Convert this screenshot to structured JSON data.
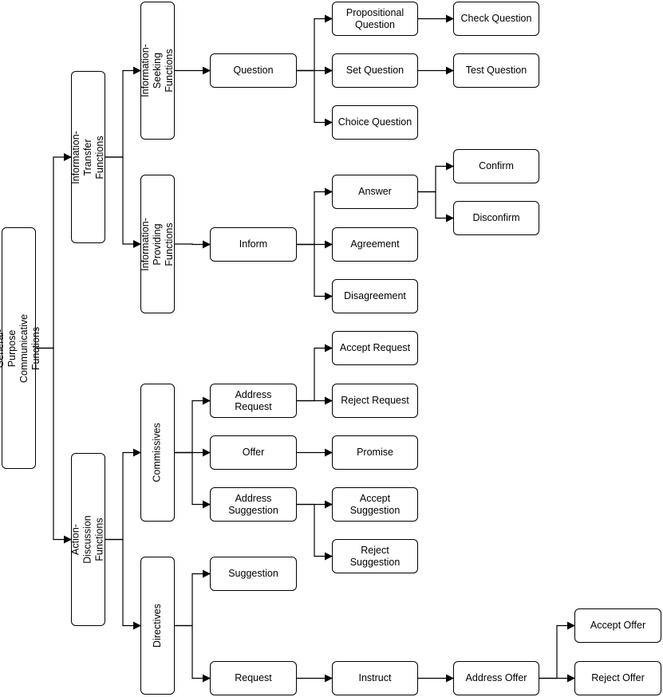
{
  "nodes": {
    "general_purpose": "General-Purpose Communicative Functions",
    "information_transfer": "Information-Transfer Functions",
    "action_discussion": "Action-Discussion Functions",
    "information_seeking": "Information-Seeking\nFunctions",
    "information_providing": "Information-Providing\nFunctions",
    "commissives": "Commissives",
    "directives": "Directives",
    "question": "Question",
    "inform": "Inform",
    "address_request": "Address\nRequest",
    "offer": "Offer",
    "address_suggestion": "Address\nSuggestion",
    "suggestion": "Suggestion",
    "request": "Request",
    "propositional_question": "Propositional\nQuestion",
    "set_question": "Set Question",
    "choice_question": "Choice Question",
    "answer": "Answer",
    "agreement": "Agreement",
    "disagreement": "Disagreement",
    "accept_request": "Accept Request",
    "reject_request": "Reject Request",
    "promise": "Promise",
    "accept_suggestion": "Accept\nSuggestion",
    "reject_suggestion": "Reject\nSuggestion",
    "instruct": "Instruct",
    "check_question": "Check Question",
    "test_question": "Test Question",
    "confirm": "Confirm",
    "disconfirm": "Disconfirm",
    "address_offer": "Address Offer",
    "accept_offer": "Accept Offer",
    "reject_offer": "Reject Offer"
  },
  "edges": [
    [
      "general_purpose",
      "information_transfer"
    ],
    [
      "general_purpose",
      "action_discussion"
    ],
    [
      "information_transfer",
      "information_seeking"
    ],
    [
      "information_transfer",
      "information_providing"
    ],
    [
      "action_discussion",
      "commissives"
    ],
    [
      "action_discussion",
      "directives"
    ],
    [
      "information_seeking",
      "question"
    ],
    [
      "information_providing",
      "inform"
    ],
    [
      "commissives",
      "address_request"
    ],
    [
      "commissives",
      "offer"
    ],
    [
      "commissives",
      "address_suggestion"
    ],
    [
      "directives",
      "suggestion"
    ],
    [
      "directives",
      "request"
    ],
    [
      "question",
      "propositional_question"
    ],
    [
      "question",
      "set_question"
    ],
    [
      "question",
      "choice_question"
    ],
    [
      "inform",
      "answer"
    ],
    [
      "inform",
      "agreement"
    ],
    [
      "inform",
      "disagreement"
    ],
    [
      "address_request",
      "accept_request"
    ],
    [
      "address_request",
      "reject_request"
    ],
    [
      "offer",
      "promise"
    ],
    [
      "address_suggestion",
      "accept_suggestion"
    ],
    [
      "address_suggestion",
      "reject_suggestion"
    ],
    [
      "request",
      "instruct"
    ],
    [
      "propositional_question",
      "check_question"
    ],
    [
      "set_question",
      "test_question"
    ],
    [
      "answer",
      "confirm"
    ],
    [
      "answer",
      "disconfirm"
    ],
    [
      "instruct",
      "address_offer"
    ],
    [
      "address_offer",
      "accept_offer"
    ],
    [
      "address_offer",
      "reject_offer"
    ]
  ]
}
